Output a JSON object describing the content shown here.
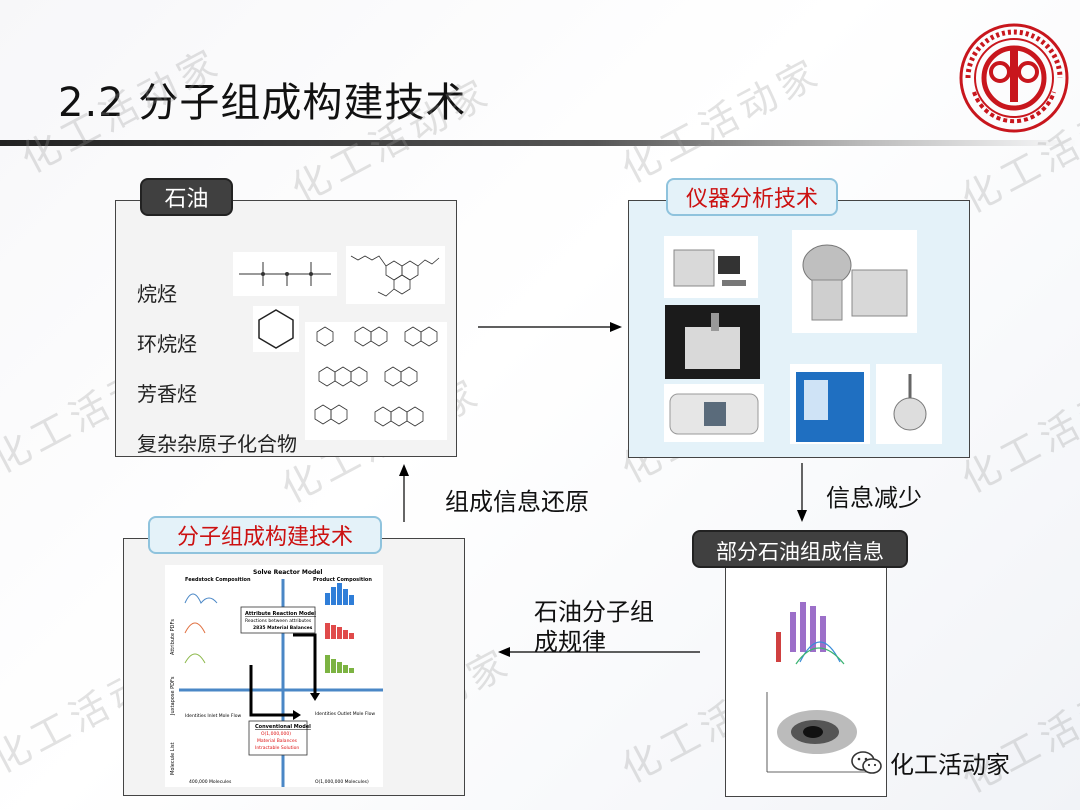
{
  "slide": {
    "title": "2.2 分子组成构建技术",
    "brand": "化工活动家",
    "watermark": "化工活动家"
  },
  "panels": {
    "petroleum": {
      "label": "石油",
      "categories": [
        "烷烃",
        "环烷烃",
        "芳香烃",
        "复杂杂原子化合物"
      ]
    },
    "instruments": {
      "label": "仪器分析技术"
    },
    "molecular": {
      "label": "分子组成构建技术"
    },
    "partial": {
      "label": "部分石油组成信息"
    }
  },
  "arrows": {
    "reduce": "信息减少",
    "restore": "组成信息还原",
    "pattern_line1": "石油分子组",
    "pattern_line2": "成规律"
  },
  "reactor_figure": {
    "title": "Solve Reactor Model",
    "feedstock": "Feedstock Composition",
    "product": "Product Composition",
    "attr_model": "Attribute Reaction Model",
    "attr_sub1": "Reactions between attributes",
    "attr_sub2": "2835 Material Balances",
    "conv_model": "Conventional Model",
    "conv_sub1": "O(1,000,000)",
    "conv_sub2": "Material Balances",
    "conv_sub3": "Intractable Solution",
    "y_attr": "Attribute PDFs",
    "y_juxt": "Juxtapose PDFs",
    "y_mol": "Molecule List",
    "identities": "Identities  Inlet Mole Flow",
    "identities_out": "Identities  Outlet Mole Flow",
    "mol_count_in": "400,000 Molecules",
    "mol_count_out": "O(1,000,000 Molecules)"
  },
  "colors": {
    "label_dark": "#404040",
    "label_light_bg": "#e4f2f9",
    "label_light_text": "#cc1111",
    "logo_red": "#c8161d"
  }
}
